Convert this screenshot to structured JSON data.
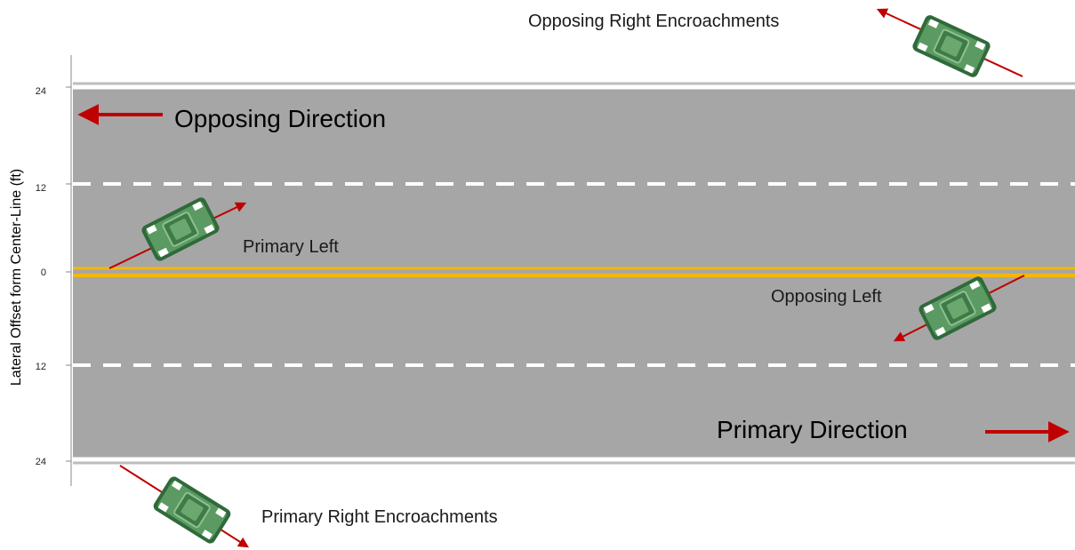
{
  "y_axis": {
    "label": "Lateral Offset form Center-Line (ft)",
    "ticks": [
      "24",
      "12",
      "0",
      "12",
      "24"
    ]
  },
  "directions": {
    "opposing": "Opposing Direction",
    "primary": "Primary Direction"
  },
  "encroachments": {
    "opposing_right": "Opposing Right Encroachments",
    "primary_left": "Primary Left",
    "opposing_left": "Opposing Left",
    "primary_right": "Primary Right Encroachments"
  },
  "colors": {
    "road": "#a6a6a6",
    "centerline": "#f5b800",
    "lane_dash": "#ffffff",
    "arrow": "#c00000",
    "car_body": "#4e8a55",
    "car_dark": "#2f5f36",
    "axis": "#888888"
  }
}
